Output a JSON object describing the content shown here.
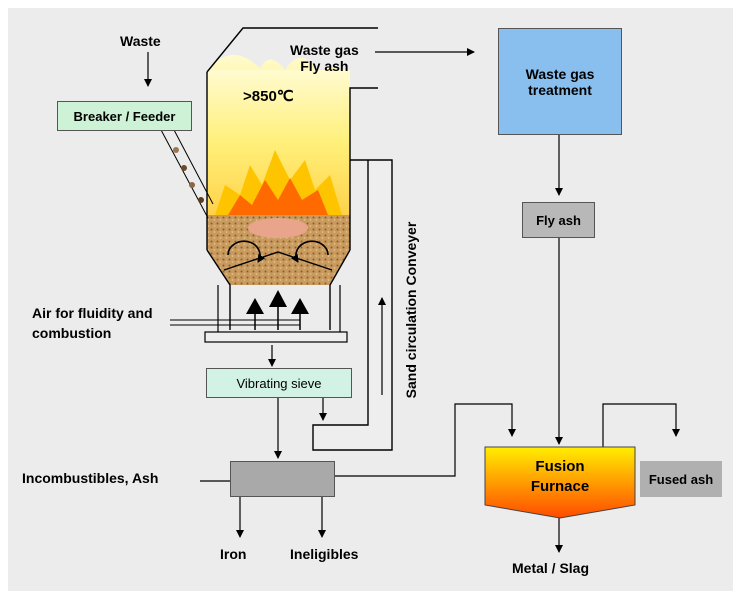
{
  "labels": {
    "waste": "Waste",
    "breaker_feeder": "Breaker / Feeder",
    "temperature": ">850℃",
    "waste_gas_fly_ash": [
      "Waste gas",
      "Fly ash"
    ],
    "waste_gas_treatment": [
      "Waste gas",
      "treatment"
    ],
    "fly_ash": "Fly ash",
    "sand_circulation_conveyer": "Sand circulation Conveyer",
    "air_for_fluidity": [
      "Air for fluidity and",
      "combustion"
    ],
    "vibrating_sieve": "Vibrating sieve",
    "incombustibles_ash": "Incombustibles, Ash",
    "iron": "Iron",
    "ineligibles": "Ineligibles",
    "fusion_furnace": [
      "Fusion",
      "Furnace"
    ],
    "fused_ash": "Fused ash",
    "metal_slag": "Metal / Slag"
  },
  "colors": {
    "background": "#ececec",
    "feeder_fill": "#cdf2d6",
    "treatment_fill": "#88bfef",
    "fly_ash_fill": "#b8b8b8",
    "sieve_fill": "#d2f2e6",
    "incombustibles_fill": "#a9a9a9",
    "furnace_top": "#ffee00",
    "furnace_bottom": "#ff5a00",
    "fused_ash_fill": "#b0b0b0",
    "flame_outer": "#fff07a",
    "flame_mid": "#ffc400",
    "flame_inner": "#ff6a00",
    "sand_bed": "#c89a60"
  }
}
